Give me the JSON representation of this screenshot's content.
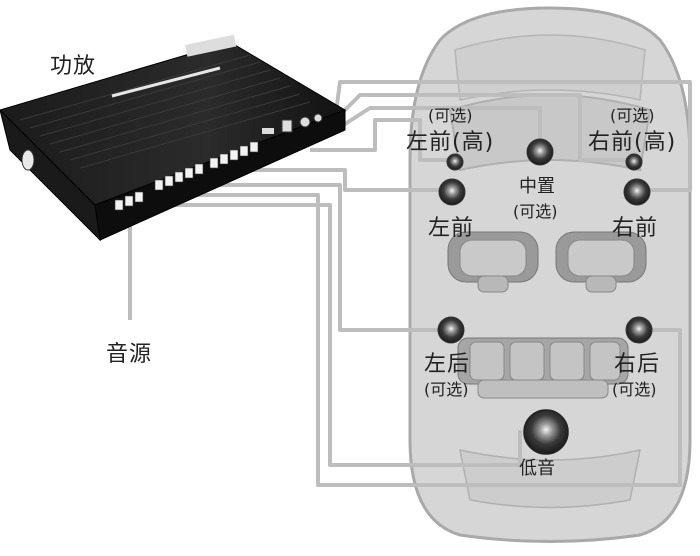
{
  "labels": {
    "amplifier": "功放",
    "source": "音源",
    "front_left_high_optional": "(可选)",
    "front_left_high": "左前(高)",
    "front_right_high_optional": "(可选)",
    "front_right_high": "右前(高)",
    "center": "中置",
    "center_optional": "(可选)",
    "front_left": "左前",
    "front_right": "右前",
    "rear_left": "左后",
    "rear_left_optional": "(可选)",
    "rear_right": "右后",
    "rear_right_optional": "(可选)",
    "subwoofer": "低音"
  },
  "colors": {
    "wire": "#bdbdbd",
    "car_body": "#d9d9d9",
    "car_outline": "#aaaaaa",
    "amp_body": "#111111",
    "speaker_dark": "#2a2a2a"
  }
}
